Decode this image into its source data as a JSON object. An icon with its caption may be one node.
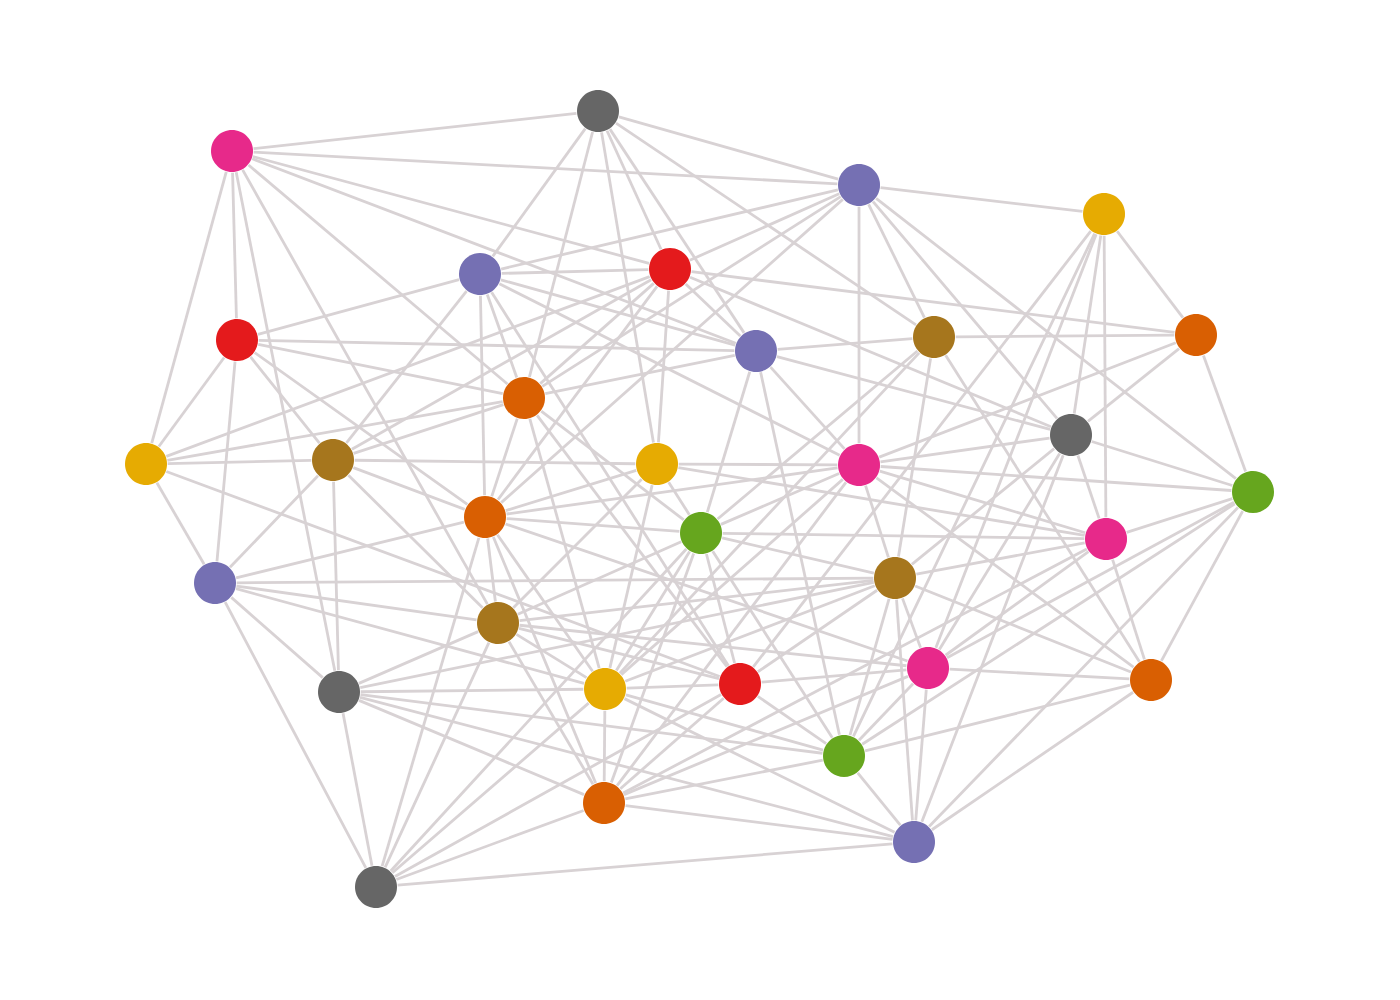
{
  "diagram": {
    "nodes": [
      {
        "text": [],
        "shape": "circle"
      },
      {
        "text": [],
        "shape": "circle"
      },
      {
        "text": [],
        "shape": "circle"
      },
      {
        "text": [],
        "shape": "circle"
      },
      {
        "text": [],
        "shape": "circle"
      },
      {
        "text": [],
        "shape": "circle"
      },
      {
        "text": [],
        "shape": "circle"
      },
      {
        "text": [],
        "shape": "circle"
      },
      {
        "text": [],
        "shape": "circle"
      },
      {
        "text": [],
        "shape": "circle"
      },
      {
        "text": [],
        "shape": "circle"
      },
      {
        "text": [],
        "shape": "circle"
      },
      {
        "text": [],
        "shape": "circle"
      },
      {
        "text": [],
        "shape": "circle"
      },
      {
        "text": [],
        "shape": "circle"
      },
      {
        "text": [],
        "shape": "circle"
      },
      {
        "text": [],
        "shape": "circle"
      },
      {
        "text": [],
        "shape": "circle"
      },
      {
        "text": [],
        "shape": "circle"
      },
      {
        "text": [],
        "shape": "circle"
      },
      {
        "text": [],
        "shape": "circle"
      },
      {
        "text": [],
        "shape": "circle"
      },
      {
        "text": [],
        "shape": "circle"
      },
      {
        "text": [],
        "shape": "circle"
      },
      {
        "text": [],
        "shape": "circle"
      },
      {
        "text": [],
        "shape": "circle"
      },
      {
        "text": [],
        "shape": "circle"
      },
      {
        "text": [],
        "shape": "circle"
      },
      {
        "text": [],
        "shape": "circle"
      },
      {
        "text": [],
        "shape": "circle"
      },
      {
        "text": [],
        "shape": "circle"
      },
      {
        "text": [],
        "shape": "circle"
      }
    ],
    "edges": [
      {
        "from": 1,
        "to": 0,
        "arrow": "none"
      },
      {
        "from": 1,
        "to": 2,
        "arrow": "none"
      },
      {
        "from": 1,
        "to": 6,
        "arrow": "none"
      },
      {
        "from": 1,
        "to": 12,
        "arrow": "none"
      },
      {
        "from": 1,
        "to": 26,
        "arrow": "none"
      },
      {
        "from": 1,
        "to": 22,
        "arrow": "none"
      },
      {
        "from": 1,
        "to": 5,
        "arrow": "none"
      },
      {
        "from": 1,
        "to": 9,
        "arrow": "none"
      },
      {
        "from": 1,
        "to": 10,
        "arrow": "none"
      },
      {
        "from": 0,
        "to": 4,
        "arrow": "none"
      },
      {
        "from": 0,
        "to": 10,
        "arrow": "none"
      },
      {
        "from": 0,
        "to": 14,
        "arrow": "none"
      },
      {
        "from": 0,
        "to": 9,
        "arrow": "none"
      },
      {
        "from": 0,
        "to": 7,
        "arrow": "none"
      },
      {
        "from": 0,
        "to": 2,
        "arrow": "none"
      },
      {
        "from": 0,
        "to": 5,
        "arrow": "none"
      },
      {
        "from": 2,
        "to": 3,
        "arrow": "none"
      },
      {
        "from": 2,
        "to": 5,
        "arrow": "none"
      },
      {
        "from": 2,
        "to": 4,
        "arrow": "none"
      },
      {
        "from": 2,
        "to": 10,
        "arrow": "none"
      },
      {
        "from": 2,
        "to": 17,
        "arrow": "none"
      },
      {
        "from": 2,
        "to": 15,
        "arrow": "none"
      },
      {
        "from": 2,
        "to": 7,
        "arrow": "none"
      },
      {
        "from": 2,
        "to": 11,
        "arrow": "none"
      },
      {
        "from": 2,
        "to": 16,
        "arrow": "none"
      },
      {
        "from": 3,
        "to": 8,
        "arrow": "none"
      },
      {
        "from": 3,
        "to": 11,
        "arrow": "none"
      },
      {
        "from": 3,
        "to": 19,
        "arrow": "none"
      },
      {
        "from": 3,
        "to": 23,
        "arrow": "none"
      },
      {
        "from": 3,
        "to": 28,
        "arrow": "none"
      },
      {
        "from": 3,
        "to": 24,
        "arrow": "none"
      },
      {
        "from": 5,
        "to": 4,
        "arrow": "none"
      },
      {
        "from": 5,
        "to": 9,
        "arrow": "none"
      },
      {
        "from": 5,
        "to": 10,
        "arrow": "none"
      },
      {
        "from": 5,
        "to": 14,
        "arrow": "none"
      },
      {
        "from": 5,
        "to": 17,
        "arrow": "none"
      },
      {
        "from": 5,
        "to": 13,
        "arrow": "none"
      },
      {
        "from": 5,
        "to": 12,
        "arrow": "none"
      },
      {
        "from": 5,
        "to": 8,
        "arrow": "none"
      },
      {
        "from": 5,
        "to": 11,
        "arrow": "none"
      },
      {
        "from": 4,
        "to": 6,
        "arrow": "none"
      },
      {
        "from": 4,
        "to": 13,
        "arrow": "none"
      },
      {
        "from": 4,
        "to": 17,
        "arrow": "none"
      },
      {
        "from": 4,
        "to": 9,
        "arrow": "none"
      },
      {
        "from": 4,
        "to": 15,
        "arrow": "none"
      },
      {
        "from": 4,
        "to": 24,
        "arrow": "none"
      },
      {
        "from": 4,
        "to": 10,
        "arrow": "none"
      },
      {
        "from": 6,
        "to": 12,
        "arrow": "none"
      },
      {
        "from": 6,
        "to": 20,
        "arrow": "none"
      },
      {
        "from": 6,
        "to": 13,
        "arrow": "none"
      },
      {
        "from": 6,
        "to": 10,
        "arrow": "none"
      },
      {
        "from": 6,
        "to": 9,
        "arrow": "none"
      },
      {
        "from": 6,
        "to": 17,
        "arrow": "none"
      },
      {
        "from": 7,
        "to": 8,
        "arrow": "none"
      },
      {
        "from": 7,
        "to": 9,
        "arrow": "none"
      },
      {
        "from": 7,
        "to": 18,
        "arrow": "none"
      },
      {
        "from": 7,
        "to": 21,
        "arrow": "none"
      },
      {
        "from": 7,
        "to": 25,
        "arrow": "none"
      },
      {
        "from": 7,
        "to": 27,
        "arrow": "none"
      },
      {
        "from": 8,
        "to": 11,
        "arrow": "none"
      },
      {
        "from": 8,
        "to": 16,
        "arrow": "none"
      },
      {
        "from": 8,
        "to": 15,
        "arrow": "none"
      },
      {
        "from": 9,
        "to": 10,
        "arrow": "none"
      },
      {
        "from": 9,
        "to": 11,
        "arrow": "none"
      },
      {
        "from": 9,
        "to": 15,
        "arrow": "none"
      },
      {
        "from": 9,
        "to": 18,
        "arrow": "none"
      },
      {
        "from": 9,
        "to": 28,
        "arrow": "none"
      },
      {
        "from": 10,
        "to": 12,
        "arrow": "none"
      },
      {
        "from": 10,
        "to": 13,
        "arrow": "none"
      },
      {
        "from": 10,
        "to": 17,
        "arrow": "none"
      },
      {
        "from": 10,
        "to": 18,
        "arrow": "none"
      },
      {
        "from": 10,
        "to": 24,
        "arrow": "none"
      },
      {
        "from": 10,
        "to": 27,
        "arrow": "none"
      },
      {
        "from": 11,
        "to": 15,
        "arrow": "none"
      },
      {
        "from": 11,
        "to": 16,
        "arrow": "none"
      },
      {
        "from": 11,
        "to": 19,
        "arrow": "none"
      },
      {
        "from": 11,
        "to": 21,
        "arrow": "none"
      },
      {
        "from": 11,
        "to": 23,
        "arrow": "none"
      },
      {
        "from": 11,
        "to": 30,
        "arrow": "none"
      },
      {
        "from": 12,
        "to": 13,
        "arrow": "none"
      },
      {
        "from": 12,
        "to": 20,
        "arrow": "none"
      },
      {
        "from": 12,
        "to": 24,
        "arrow": "none"
      },
      {
        "from": 13,
        "to": 14,
        "arrow": "none"
      },
      {
        "from": 13,
        "to": 17,
        "arrow": "none"
      },
      {
        "from": 13,
        "to": 26,
        "arrow": "none"
      },
      {
        "from": 13,
        "to": 20,
        "arrow": "none"
      },
      {
        "from": 13,
        "to": 22,
        "arrow": "none"
      },
      {
        "from": 14,
        "to": 15,
        "arrow": "none"
      },
      {
        "from": 14,
        "to": 17,
        "arrow": "none"
      },
      {
        "from": 14,
        "to": 18,
        "arrow": "none"
      },
      {
        "from": 14,
        "to": 22,
        "arrow": "none"
      },
      {
        "from": 14,
        "to": 27,
        "arrow": "none"
      },
      {
        "from": 14,
        "to": 19,
        "arrow": "none"
      },
      {
        "from": 15,
        "to": 16,
        "arrow": "none"
      },
      {
        "from": 15,
        "to": 17,
        "arrow": "none"
      },
      {
        "from": 15,
        "to": 18,
        "arrow": "none"
      },
      {
        "from": 15,
        "to": 21,
        "arrow": "none"
      },
      {
        "from": 15,
        "to": 27,
        "arrow": "none"
      },
      {
        "from": 15,
        "to": 29,
        "arrow": "none"
      },
      {
        "from": 15,
        "to": 25,
        "arrow": "none"
      },
      {
        "from": 15,
        "to": 19,
        "arrow": "none"
      },
      {
        "from": 16,
        "to": 19,
        "arrow": "none"
      },
      {
        "from": 16,
        "to": 23,
        "arrow": "none"
      },
      {
        "from": 16,
        "to": 25,
        "arrow": "none"
      },
      {
        "from": 16,
        "to": 30,
        "arrow": "none"
      },
      {
        "from": 16,
        "to": 28,
        "arrow": "none"
      },
      {
        "from": 17,
        "to": 18,
        "arrow": "none"
      },
      {
        "from": 17,
        "to": 20,
        "arrow": "none"
      },
      {
        "from": 17,
        "to": 22,
        "arrow": "none"
      },
      {
        "from": 17,
        "to": 23,
        "arrow": "none"
      },
      {
        "from": 17,
        "to": 27,
        "arrow": "none"
      },
      {
        "from": 17,
        "to": 29,
        "arrow": "none"
      },
      {
        "from": 17,
        "to": 31,
        "arrow": "none"
      },
      {
        "from": 18,
        "to": 19,
        "arrow": "none"
      },
      {
        "from": 18,
        "to": 21,
        "arrow": "none"
      },
      {
        "from": 18,
        "to": 22,
        "arrow": "none"
      },
      {
        "from": 18,
        "to": 24,
        "arrow": "none"
      },
      {
        "from": 18,
        "to": 27,
        "arrow": "none"
      },
      {
        "from": 18,
        "to": 28,
        "arrow": "none"
      },
      {
        "from": 18,
        "to": 29,
        "arrow": "none"
      },
      {
        "from": 18,
        "to": 31,
        "arrow": "none"
      },
      {
        "from": 19,
        "to": 21,
        "arrow": "none"
      },
      {
        "from": 19,
        "to": 23,
        "arrow": "none"
      },
      {
        "from": 19,
        "to": 25,
        "arrow": "none"
      },
      {
        "from": 19,
        "to": 29,
        "arrow": "none"
      },
      {
        "from": 20,
        "to": 21,
        "arrow": "none"
      },
      {
        "from": 20,
        "to": 22,
        "arrow": "none"
      },
      {
        "from": 20,
        "to": 26,
        "arrow": "none"
      },
      {
        "from": 20,
        "to": 27,
        "arrow": "none"
      },
      {
        "from": 20,
        "to": 31,
        "arrow": "none"
      },
      {
        "from": 21,
        "to": 22,
        "arrow": "none"
      },
      {
        "from": 21,
        "to": 23,
        "arrow": "none"
      },
      {
        "from": 21,
        "to": 24,
        "arrow": "none"
      },
      {
        "from": 21,
        "to": 26,
        "arrow": "none"
      },
      {
        "from": 21,
        "to": 27,
        "arrow": "none"
      },
      {
        "from": 21,
        "to": 28,
        "arrow": "none"
      },
      {
        "from": 21,
        "to": 30,
        "arrow": "none"
      },
      {
        "from": 21,
        "to": 25,
        "arrow": "none"
      },
      {
        "from": 22,
        "to": 23,
        "arrow": "none"
      },
      {
        "from": 22,
        "to": 24,
        "arrow": "none"
      },
      {
        "from": 22,
        "to": 26,
        "arrow": "none"
      },
      {
        "from": 22,
        "to": 27,
        "arrow": "none"
      },
      {
        "from": 22,
        "to": 29,
        "arrow": "none"
      },
      {
        "from": 22,
        "to": 31,
        "arrow": "none"
      },
      {
        "from": 23,
        "to": 24,
        "arrow": "none"
      },
      {
        "from": 23,
        "to": 25,
        "arrow": "none"
      },
      {
        "from": 23,
        "to": 28,
        "arrow": "none"
      },
      {
        "from": 23,
        "to": 29,
        "arrow": "none"
      },
      {
        "from": 23,
        "to": 30,
        "arrow": "none"
      },
      {
        "from": 24,
        "to": 27,
        "arrow": "none"
      },
      {
        "from": 24,
        "to": 28,
        "arrow": "none"
      },
      {
        "from": 24,
        "to": 29,
        "arrow": "none"
      },
      {
        "from": 24,
        "to": 31,
        "arrow": "none"
      },
      {
        "from": 25,
        "to": 28,
        "arrow": "none"
      },
      {
        "from": 25,
        "to": 30,
        "arrow": "none"
      },
      {
        "from": 26,
        "to": 27,
        "arrow": "none"
      },
      {
        "from": 26,
        "to": 28,
        "arrow": "none"
      },
      {
        "from": 26,
        "to": 29,
        "arrow": "none"
      },
      {
        "from": 26,
        "to": 31,
        "arrow": "none"
      },
      {
        "from": 26,
        "to": 30,
        "arrow": "none"
      },
      {
        "from": 27,
        "to": 28,
        "arrow": "none"
      },
      {
        "from": 27,
        "to": 29,
        "arrow": "none"
      },
      {
        "from": 27,
        "to": 31,
        "arrow": "none"
      },
      {
        "from": 27,
        "to": 30,
        "arrow": "none"
      },
      {
        "from": 28,
        "to": 29,
        "arrow": "none"
      },
      {
        "from": 28,
        "to": 30,
        "arrow": "none"
      },
      {
        "from": 29,
        "to": 30,
        "arrow": "none"
      },
      {
        "from": 29,
        "to": 31,
        "arrow": "none"
      },
      {
        "from": 30,
        "to": 31,
        "arrow": "none"
      }
    ]
  }
}
